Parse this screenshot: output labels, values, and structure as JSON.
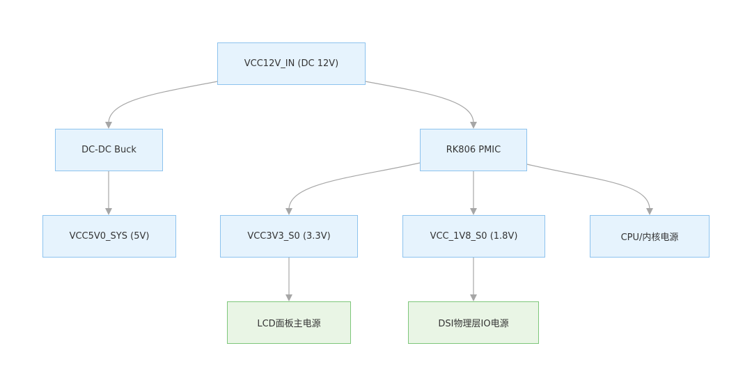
{
  "nodes": {
    "vcc12v_in": "VCC12V_IN (DC 12V)",
    "dcdc_buck": "DC-DC Buck",
    "rk806_pmic": "RK806 PMIC",
    "vcc5v0_sys": "VCC5V0_SYS (5V)",
    "vcc3v3_s0": "VCC3V3_S0 (3.3V)",
    "vcc_1v8_s0": "VCC_1V8_S0 (1.8V)",
    "cpu_core": "CPU/内核电源",
    "lcd_panel": "LCD面板主电源",
    "dsi_io": "DSI物理层IO电源"
  },
  "edges": [
    {
      "from": "vcc12v_in",
      "to": "dcdc_buck"
    },
    {
      "from": "vcc12v_in",
      "to": "rk806_pmic"
    },
    {
      "from": "dcdc_buck",
      "to": "vcc5v0_sys"
    },
    {
      "from": "rk806_pmic",
      "to": "vcc3v3_s0"
    },
    {
      "from": "rk806_pmic",
      "to": "vcc_1v8_s0"
    },
    {
      "from": "rk806_pmic",
      "to": "cpu_core"
    },
    {
      "from": "vcc3v3_s0",
      "to": "lcd_panel"
    },
    {
      "from": "vcc_1v8_s0",
      "to": "dsi_io"
    }
  ],
  "colors": {
    "node_fill": "#e6f3fd",
    "node_border": "#8cc2ee",
    "leaf_fill": "#e9f5e5",
    "leaf_border": "#7dc67a",
    "edge": "#a6a6a6"
  }
}
